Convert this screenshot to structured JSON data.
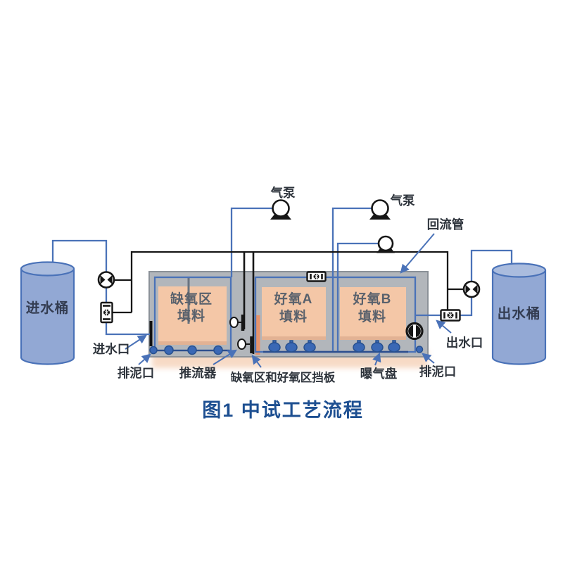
{
  "figure": {
    "title": "图1  中试工艺流程"
  },
  "equipment": {
    "inlet_bucket": "进水桶",
    "outlet_bucket": "出水桶",
    "air_pump_1": "气泵",
    "air_pump_2": "气泵"
  },
  "zones": [
    {
      "name_line1": "缺氧区",
      "name_line2": "填料"
    },
    {
      "name_line1": "好氧A",
      "name_line2": "填料"
    },
    {
      "name_line1": "好氧B",
      "name_line2": "填料"
    }
  ],
  "labels": {
    "return_pipe": "回流管",
    "inlet_port": "进水口",
    "sludge_port_left": "排泥口",
    "flow_pusher": "推流器",
    "zone_baffle": "缺氧区和好氧区挡板",
    "aeration_disc": "曝气盘",
    "sludge_port_right": "排泥口",
    "outlet_port": "出水口"
  },
  "colors": {
    "pipe_blue": "#4a72b8",
    "line_black": "#161616",
    "tank_gray": "#b2b6bb",
    "media_orange": "#f4c7a7",
    "baffle_orange": "#e6936c",
    "bucket_blue": "#92a8d4",
    "title_blue": "#1d4f91"
  }
}
